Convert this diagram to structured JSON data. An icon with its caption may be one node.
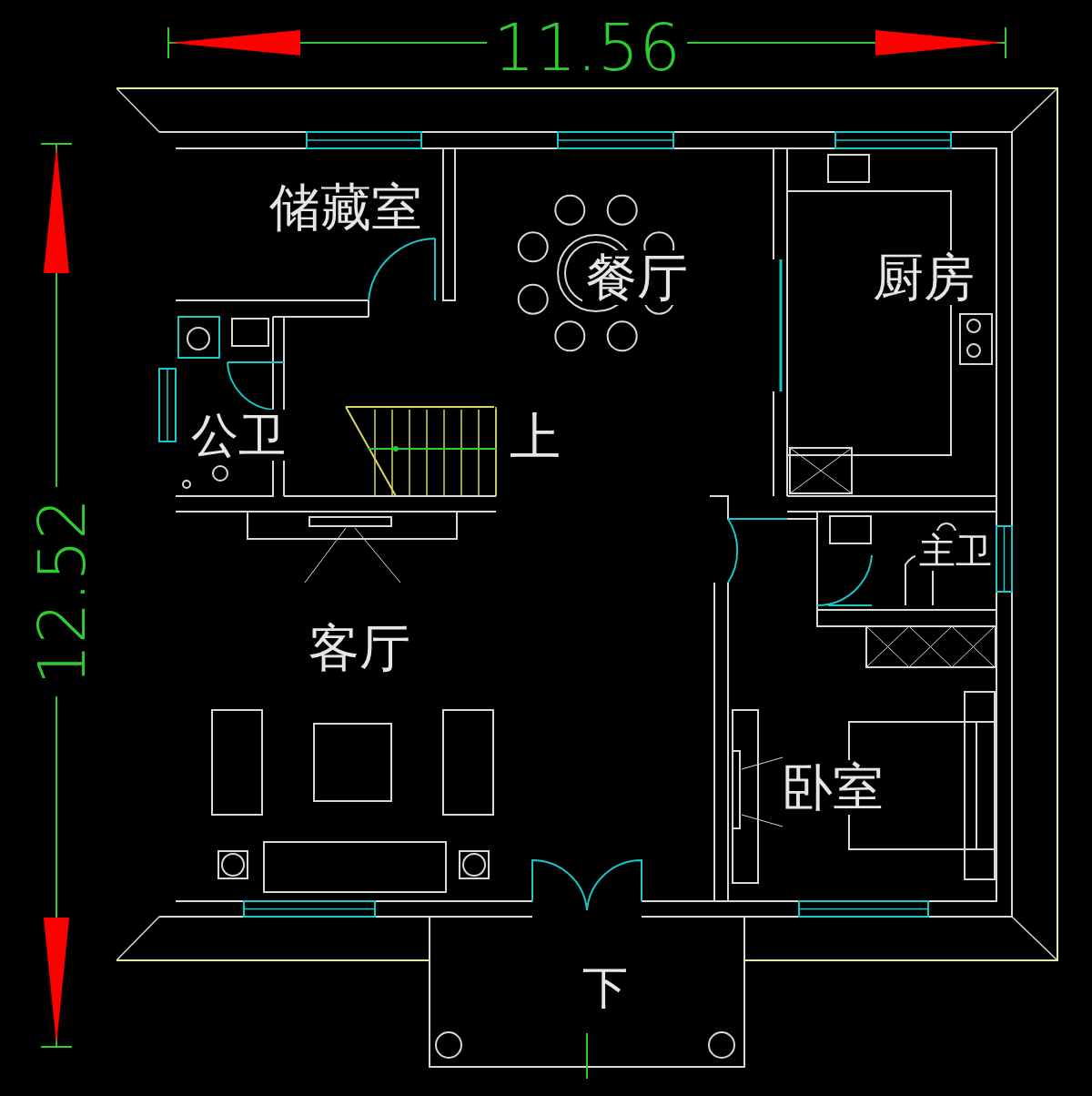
{
  "diagram": {
    "labels": [
      "11.56",
      "12.52",
      "储藏室",
      "餐厅",
      "厨房",
      "公卫",
      "上",
      "主卫",
      "客厅",
      "卧室",
      "下"
    ]
  }
}
